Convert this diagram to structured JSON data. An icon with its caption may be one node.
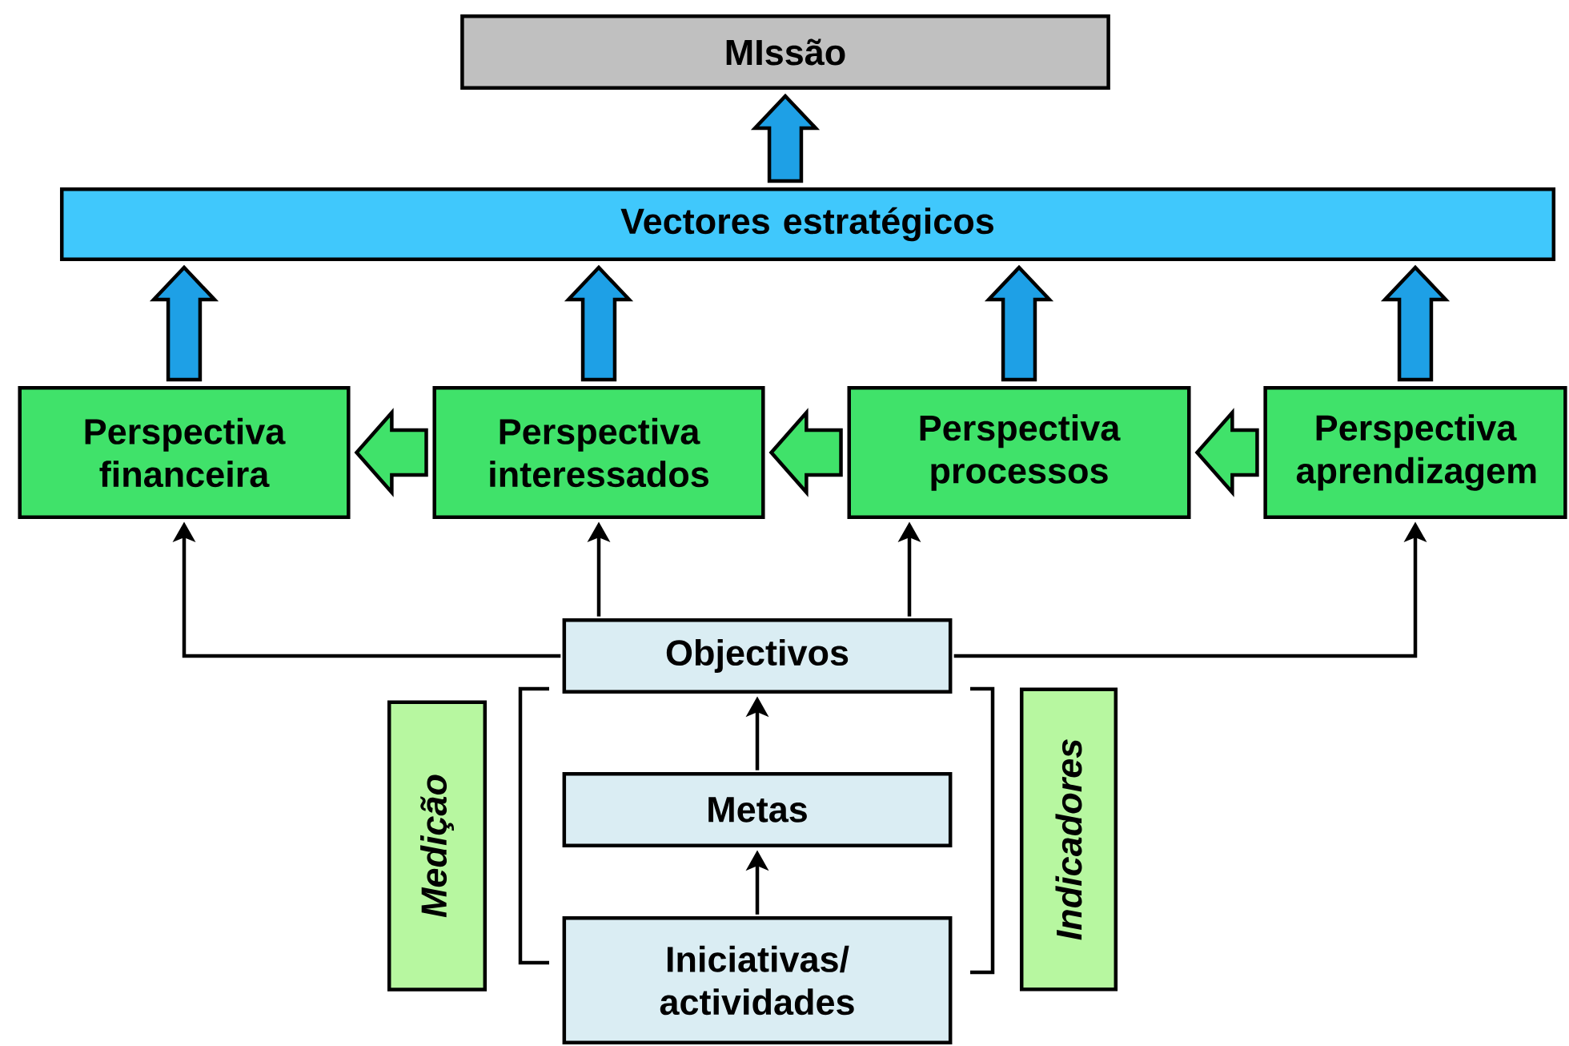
{
  "diagram": {
    "nodes": [
      {
        "text": [
          "MIssão"
        ]
      },
      {
        "text": [
          "Vectores estratégicos"
        ]
      },
      {
        "text": [
          "Perspectiva financeira"
        ]
      },
      {
        "text": [
          "Perspectiva interessados"
        ]
      },
      {
        "text": [
          "Perspectiva processos"
        ]
      },
      {
        "text": [
          "Perspectiva aprendizagem"
        ]
      },
      {
        "text": [
          "Objectivos"
        ]
      },
      {
        "text": [
          "Metas"
        ]
      },
      {
        "text": [
          "Iniciativas/ actividades"
        ]
      },
      {
        "text": [
          "Medição"
        ]
      },
      {
        "text": [
          "Indicadores"
        ]
      }
    ],
    "edges": [
      {
        "from": 1,
        "to": 0,
        "arrow": "to",
        "style": "thick",
        "color": "#1ea0e6"
      },
      {
        "from": 2,
        "to": 1,
        "arrow": "to",
        "style": "thick",
        "color": "#1ea0e6"
      },
      {
        "from": 3,
        "to": 1,
        "arrow": "to",
        "style": "thick",
        "color": "#1ea0e6"
      },
      {
        "from": 4,
        "to": 1,
        "arrow": "to",
        "style": "thick",
        "color": "#1ea0e6"
      },
      {
        "from": 5,
        "to": 1,
        "arrow": "to",
        "style": "thick",
        "color": "#1ea0e6"
      },
      {
        "from": 3,
        "to": 2,
        "arrow": "to",
        "style": "thick",
        "color": "#40e26a"
      },
      {
        "from": 4,
        "to": 3,
        "arrow": "to",
        "style": "thick",
        "color": "#40e26a"
      },
      {
        "from": 5,
        "to": 4,
        "arrow": "to",
        "style": "thick",
        "color": "#40e26a"
      },
      {
        "from": 6,
        "to": 2,
        "arrow": "to"
      },
      {
        "from": 6,
        "to": 3,
        "arrow": "to"
      },
      {
        "from": 6,
        "to": 4,
        "arrow": "to"
      },
      {
        "from": 6,
        "to": 5,
        "arrow": "to"
      },
      {
        "from": 7,
        "to": 6,
        "arrow": "to"
      },
      {
        "from": 8,
        "to": 7,
        "arrow": "to"
      }
    ]
  }
}
